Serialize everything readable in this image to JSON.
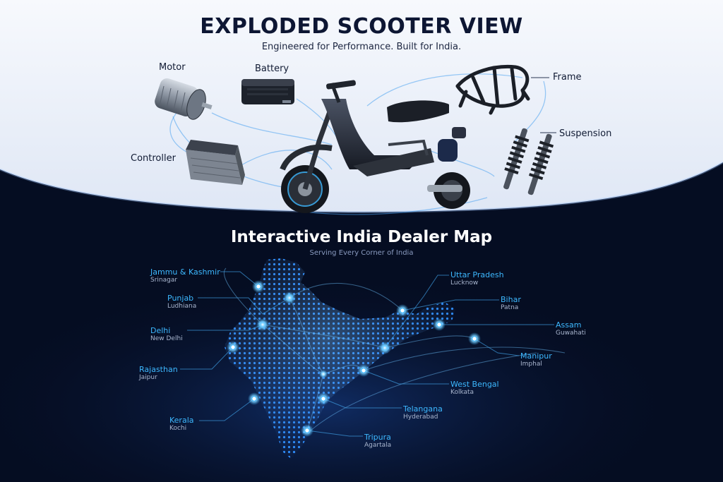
{
  "header": {
    "title": "EXPLODED SCOOTER VIEW",
    "subtitle": "Engineered for Performance. Built for India."
  },
  "parts": {
    "motor": "Motor",
    "battery": "Battery",
    "controller": "Controller",
    "frame": "Frame",
    "suspension": "Suspension"
  },
  "map": {
    "title": "Interactive India Dealer Map",
    "subtitle": "Serving Every Corner of India",
    "dealers": [
      {
        "state": "Jammu & Kashmir",
        "city": "Srinagar"
      },
      {
        "state": "Punjab",
        "city": "Ludhiana"
      },
      {
        "state": "Delhi",
        "city": "New Delhi"
      },
      {
        "state": "Rajasthan",
        "city": "Jaipur"
      },
      {
        "state": "Kerala",
        "city": "Kochi"
      },
      {
        "state": "Tripura",
        "city": "Agartala"
      },
      {
        "state": "Telangana",
        "city": "Hyderabad"
      },
      {
        "state": "West Bengal",
        "city": "Kolkata"
      },
      {
        "state": "Manipur",
        "city": "Imphal"
      },
      {
        "state": "Assam",
        "city": "Guwahati"
      },
      {
        "state": "Bihar",
        "city": "Patna"
      },
      {
        "state": "Uttar Pradesh",
        "city": "Lucknow"
      }
    ]
  },
  "colors": {
    "accent": "#3db8ff",
    "background": "#050d22",
    "panel": "#e9effa"
  }
}
